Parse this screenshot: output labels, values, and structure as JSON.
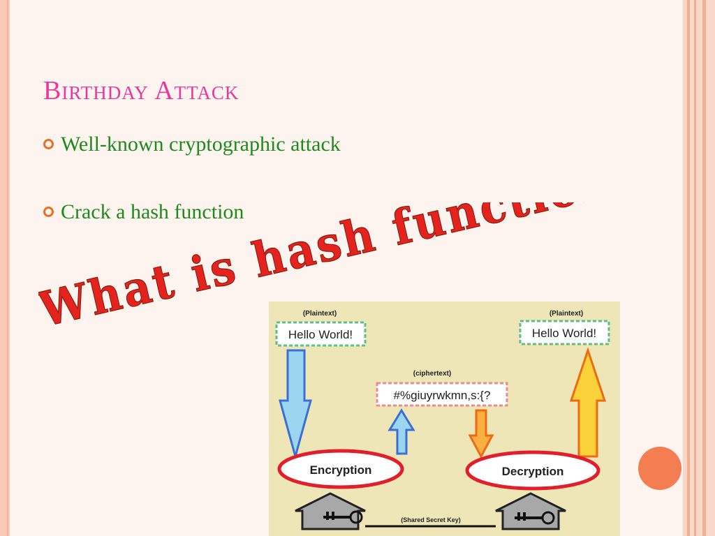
{
  "slide": {
    "title": "Birthday Attack",
    "bullets": [
      {
        "text": "Well-known cryptographic attack"
      },
      {
        "text": "Crack a hash function"
      }
    ],
    "callout": "What is hash function?"
  },
  "diagram": {
    "plaintext_left_label": "(Plaintext)",
    "plaintext_left_value": "Hello World!",
    "plaintext_right_label": "(Plaintext)",
    "plaintext_right_value": "Hello World!",
    "ciphertext_label": "(ciphertext)",
    "ciphertext_value": "#%giuyrwkmn,s:{?",
    "encryption_label": "Encryption",
    "decryption_label": "Decryption",
    "key_label": "(Shared Secret Key)"
  },
  "colors": {
    "title": "#e8389a",
    "bullet_text": "#1d8a1d",
    "bullet_marker": "#e8711f",
    "callout": "#e4231f",
    "accent_circle": "#f47e52",
    "diagram_background": "#efe6b7"
  }
}
